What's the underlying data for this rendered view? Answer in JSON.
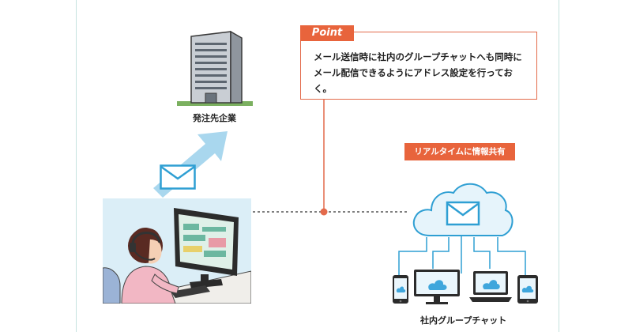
{
  "point": {
    "tag": "Point",
    "text": "メール送信時に社内のグループチャットへも同時にメール配信できるようにアドレス設定を行っておく。"
  },
  "labels": {
    "client_company": "発注先企業",
    "realtime_share": "リアルタイムに情報共有",
    "group_chat": "社内グループチャット"
  },
  "colors": {
    "accent": "#e8643c",
    "arrow": "#a9d7ee",
    "cloud_outline": "#2f9fd3",
    "device_dark": "#2b2b2b",
    "screen_blue": "#3fa6dc"
  },
  "icons": [
    "office-building-icon",
    "envelope-icon",
    "cloud-icon",
    "smartphone-icon",
    "monitor-icon",
    "laptop-icon",
    "tablet-icon"
  ]
}
